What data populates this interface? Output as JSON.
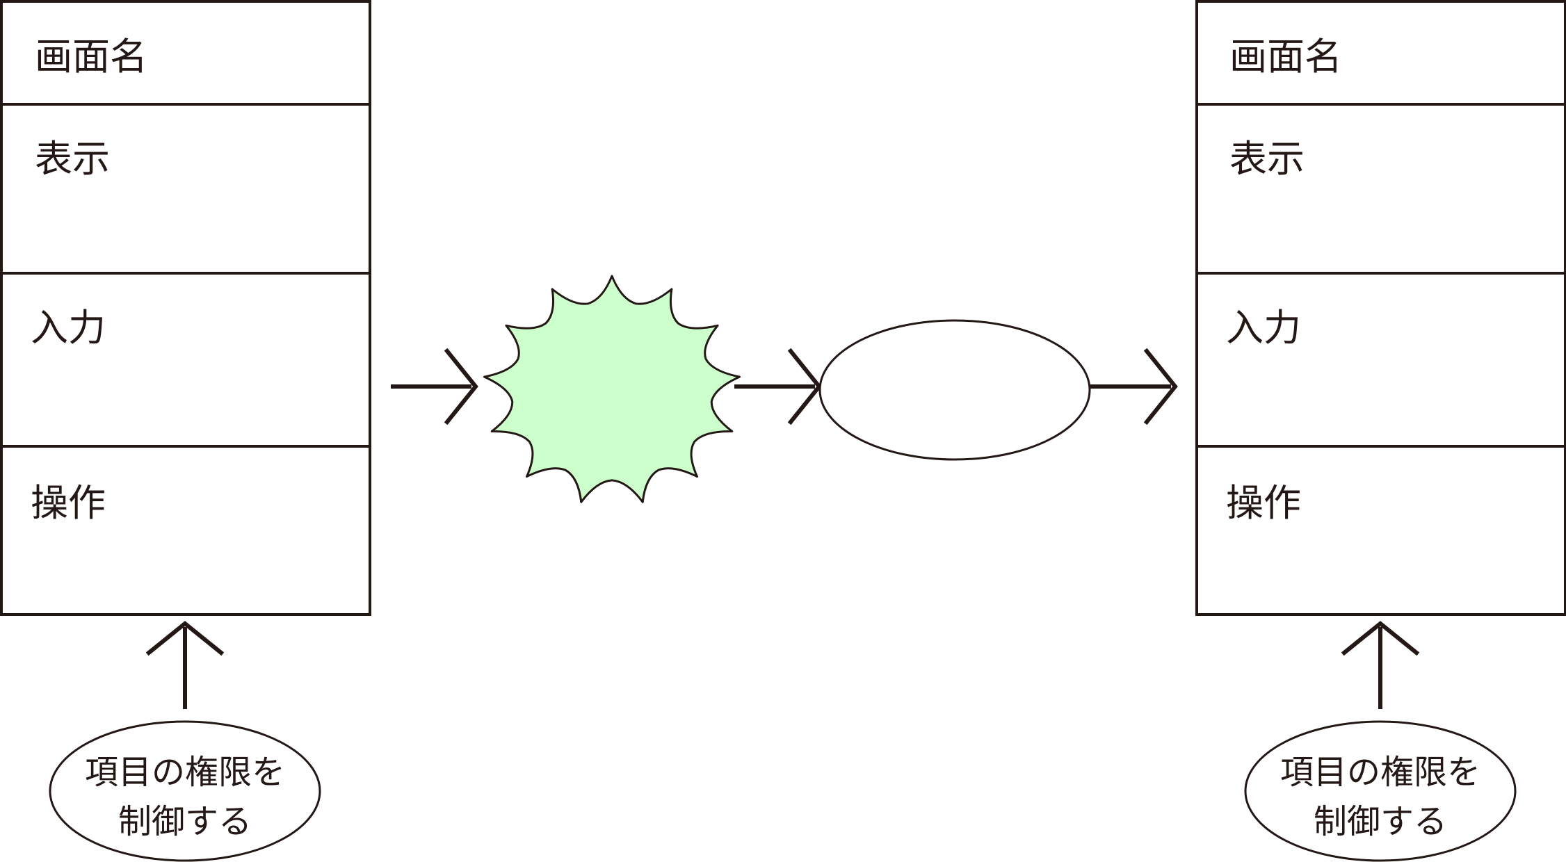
{
  "screens": [
    {
      "sections": [
        "画面名",
        "表示",
        "入力",
        "操作"
      ],
      "note_lines": [
        "項目の権限を",
        "制御する"
      ]
    },
    {
      "sections": [
        "画面名",
        "表示",
        "入力",
        "操作"
      ],
      "note_lines": [
        "項目の権限を",
        "制御する"
      ]
    }
  ],
  "colors": {
    "line": "#231815",
    "burst_fill": "#ccffcc",
    "background": "#ffffff"
  }
}
